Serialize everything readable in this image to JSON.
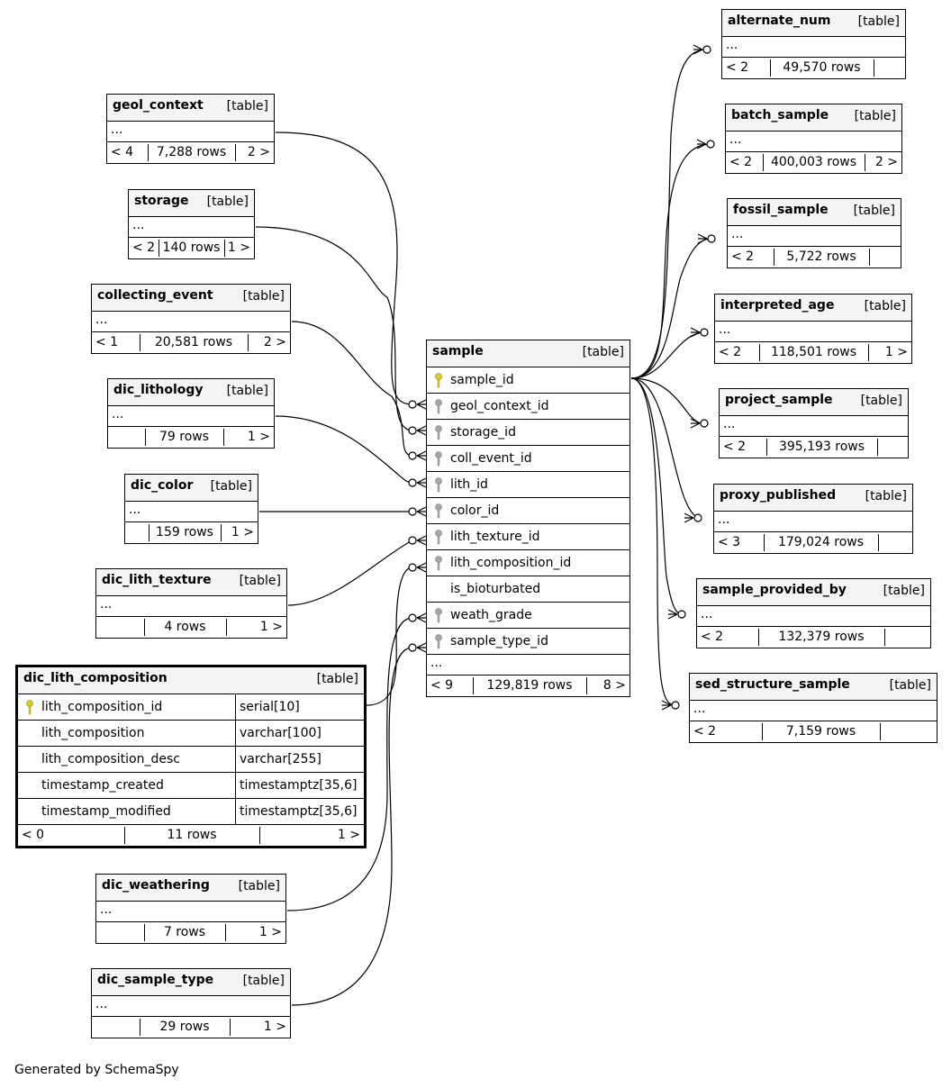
{
  "generated_by": "Generated by SchemaSpy",
  "type_label": "[table]",
  "ellipsis": "...",
  "sample": {
    "name": "sample",
    "columns": [
      {
        "name": "sample_id",
        "key": "primary"
      },
      {
        "name": "geol_context_id",
        "key": "foreign"
      },
      {
        "name": "storage_id",
        "key": "foreign"
      },
      {
        "name": "coll_event_id",
        "key": "foreign"
      },
      {
        "name": "lith_id",
        "key": "foreign"
      },
      {
        "name": "color_id",
        "key": "foreign"
      },
      {
        "name": "lith_texture_id",
        "key": "foreign"
      },
      {
        "name": "lith_composition_id",
        "key": "foreign"
      },
      {
        "name": "is_bioturbated",
        "key": "none"
      },
      {
        "name": "weath_grade",
        "key": "foreign"
      },
      {
        "name": "sample_type_id",
        "key": "foreign"
      }
    ],
    "footer": {
      "parents": "< 9",
      "rows": "129,819 rows",
      "children": "8 >"
    }
  },
  "focus_table": {
    "name": "dic_lith_composition",
    "columns": [
      {
        "name": "lith_composition_id",
        "type": "serial[10]",
        "key": "primary"
      },
      {
        "name": "lith_composition",
        "type": "varchar[100]",
        "key": "none"
      },
      {
        "name": "lith_composition_desc",
        "type": "varchar[255]",
        "key": "none"
      },
      {
        "name": "timestamp_created",
        "type": "timestamptz[35,6]",
        "key": "none"
      },
      {
        "name": "timestamp_modified",
        "type": "timestamptz[35,6]",
        "key": "none"
      }
    ],
    "footer": {
      "parents": "< 0",
      "rows": "11 rows",
      "children": "1 >"
    }
  },
  "parent_tables": [
    {
      "name": "geol_context",
      "parents": "< 4",
      "rows": "7,288 rows",
      "children": "2 >"
    },
    {
      "name": "storage",
      "parents": "< 2",
      "rows": "140 rows",
      "children": "1 >"
    },
    {
      "name": "collecting_event",
      "parents": "< 1",
      "rows": "20,581 rows",
      "children": "2 >"
    },
    {
      "name": "dic_lithology",
      "parents": "",
      "rows": "79 rows",
      "children": "1 >"
    },
    {
      "name": "dic_color",
      "parents": "",
      "rows": "159 rows",
      "children": "1 >"
    },
    {
      "name": "dic_lith_texture",
      "parents": "",
      "rows": "4 rows",
      "children": "1 >"
    },
    {
      "name": "dic_weathering",
      "parents": "",
      "rows": "7 rows",
      "children": "1 >"
    },
    {
      "name": "dic_sample_type",
      "parents": "",
      "rows": "29 rows",
      "children": "1 >"
    }
  ],
  "child_tables": [
    {
      "name": "alternate_num",
      "parents": "< 2",
      "rows": "49,570 rows",
      "children": ""
    },
    {
      "name": "batch_sample",
      "parents": "< 2",
      "rows": "400,003 rows",
      "children": "2 >"
    },
    {
      "name": "fossil_sample",
      "parents": "< 2",
      "rows": "5,722 rows",
      "children": ""
    },
    {
      "name": "interpreted_age",
      "parents": "< 2",
      "rows": "118,501 rows",
      "children": "1 >"
    },
    {
      "name": "project_sample",
      "parents": "< 2",
      "rows": "395,193 rows",
      "children": ""
    },
    {
      "name": "proxy_published",
      "parents": "< 3",
      "rows": "179,024 rows",
      "children": ""
    },
    {
      "name": "sample_provided_by",
      "parents": "< 2",
      "rows": "132,379 rows",
      "children": ""
    },
    {
      "name": "sed_structure_sample",
      "parents": "< 2",
      "rows": "7,159 rows",
      "children": ""
    }
  ],
  "colors": {
    "primary_key": "#e0d000",
    "foreign_key": "#a8a8a8",
    "header_bg": "#f4f4f4",
    "edge": "#000000"
  }
}
